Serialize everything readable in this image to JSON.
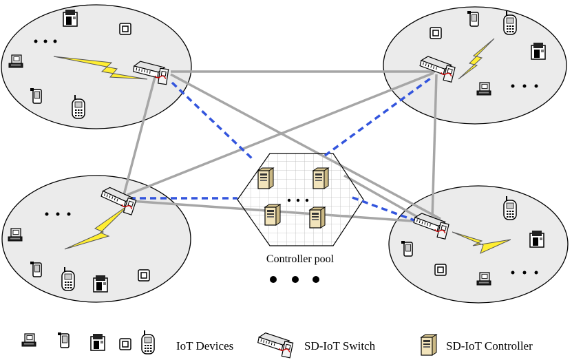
{
  "pool": {
    "label": "Controller pool",
    "dots": "• • •"
  },
  "legend": {
    "iot_devices_label": "IoT Devices",
    "switch_label": "SD-IoT Switch",
    "controller_label": "SD-IoT Controller"
  },
  "colors": {
    "cluster_fill": "#ebebeb",
    "link_gray": "#a6a6a6",
    "link_blue": "#3355dd",
    "lightning": "#ffee33",
    "controller_body": "#f2e4bb",
    "pool_fill": "#e9e9e9"
  },
  "icons": [
    "desktop-icon",
    "phone-icon",
    "printer-icon",
    "camera-icon",
    "cellphone-icon",
    "sd-iot-switch-icon",
    "sd-iot-controller-icon",
    "lightning-icon"
  ]
}
